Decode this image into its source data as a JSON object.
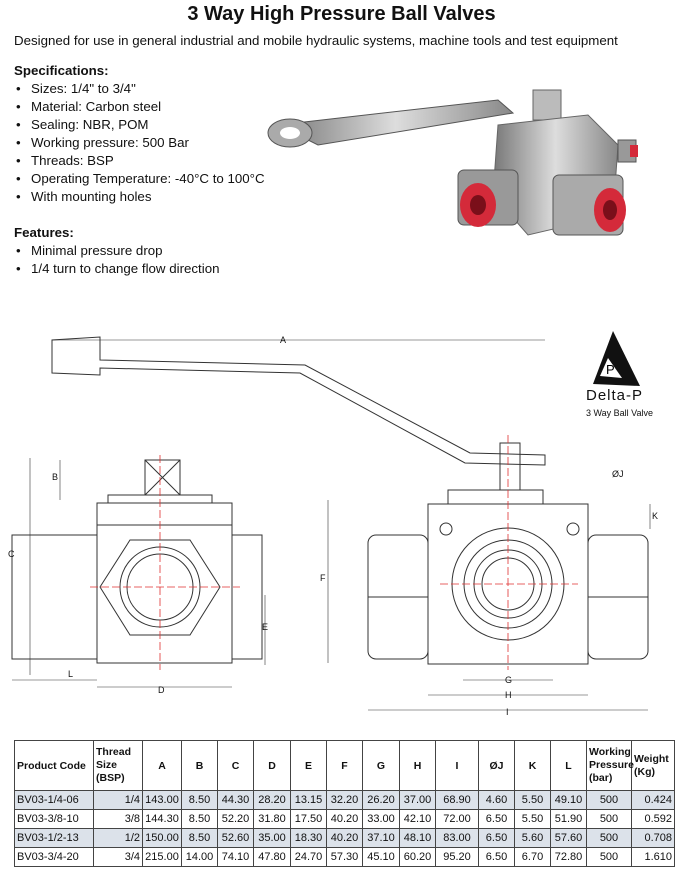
{
  "title": "3 Way High Pressure Ball Valves",
  "subtitle": "Designed for use in general industrial and mobile hydraulic systems, machine tools and test equipment",
  "specs": {
    "heading": "Specifications:",
    "items": [
      "Sizes:  1/4\" to 3/4\"",
      "Material: Carbon steel",
      "Sealing: NBR, POM",
      "Working pressure: 500 Bar",
      "Threads: BSP",
      "Operating Temperature: -40°C to 100°C",
      "With mounting holes"
    ]
  },
  "features": {
    "heading": "Features:",
    "items": [
      "Minimal pressure drop",
      "1/4 turn to change flow direction"
    ]
  },
  "logo": {
    "letter": "P",
    "brand": "Delta-P",
    "caption": "3 Way Ball Valve"
  },
  "drawing": {
    "labels": {
      "A": "A",
      "B": "B",
      "C": "C",
      "D": "D",
      "E": "E",
      "F": "F",
      "G": "G",
      "H": "H",
      "I": "I",
      "J": "ØJ",
      "K": "K",
      "L": "L"
    }
  },
  "table": {
    "headers": [
      "Product Code",
      "Thread Size (BSP)",
      "A",
      "B",
      "C",
      "D",
      "E",
      "F",
      "G",
      "H",
      "I",
      "ØJ",
      "K",
      "L",
      "Working Pressure (bar)",
      "Weight (Kg)"
    ],
    "rows": [
      [
        "BV03-1/4-06",
        "1/4",
        "143.00",
        "8.50",
        "44.30",
        "28.20",
        "13.15",
        "32.20",
        "26.20",
        "37.00",
        "68.90",
        "4.60",
        "5.50",
        "49.10",
        "500",
        "0.424"
      ],
      [
        "BV03-3/8-10",
        "3/8",
        "144.30",
        "8.50",
        "52.20",
        "31.80",
        "17.50",
        "40.20",
        "33.00",
        "42.10",
        "72.00",
        "6.50",
        "5.50",
        "51.90",
        "500",
        "0.592"
      ],
      [
        "BV03-1/2-13",
        "1/2",
        "150.00",
        "8.50",
        "52.60",
        "35.00",
        "18.30",
        "40.20",
        "37.10",
        "48.10",
        "83.00",
        "6.50",
        "5.60",
        "57.60",
        "500",
        "0.708"
      ],
      [
        "BV03-3/4-20",
        "3/4",
        "215.00",
        "14.00",
        "74.10",
        "47.80",
        "24.70",
        "57.30",
        "45.10",
        "60.20",
        "95.20",
        "6.50",
        "6.70",
        "72.80",
        "500",
        "1.610"
      ]
    ]
  }
}
